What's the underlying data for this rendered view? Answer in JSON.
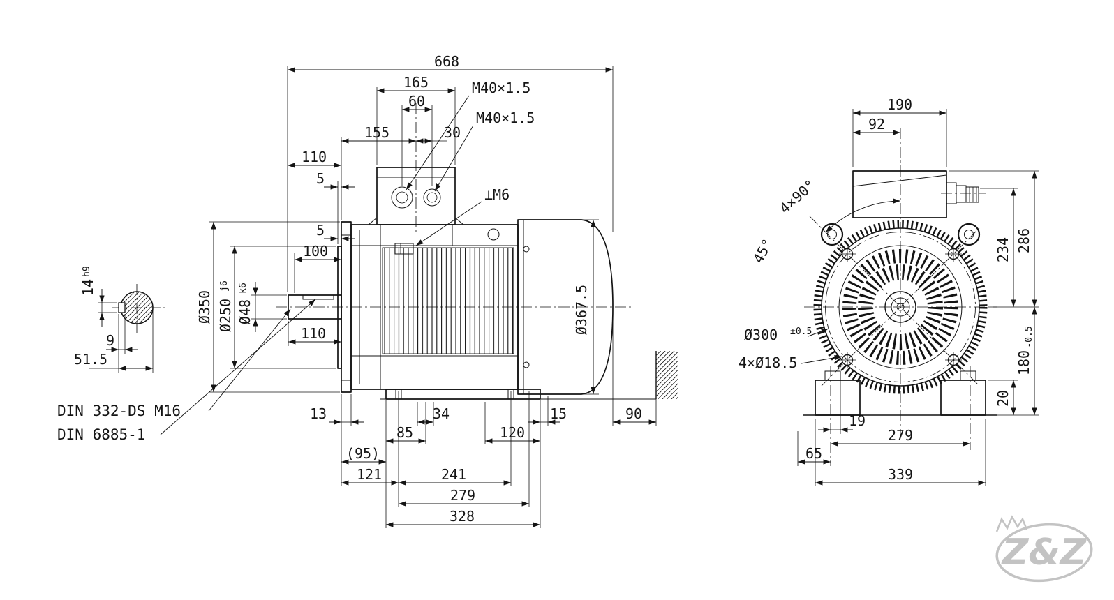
{
  "drawing": {
    "shaft_detail": {
      "key_width": "14",
      "key_width_tol": "h9",
      "key_depth": "9",
      "over_key": "51.5",
      "din_center_hole": "DIN 332-DS M16",
      "din_key": "DIN 6885-1"
    },
    "side_view": {
      "len_total": "668",
      "box_width": "165",
      "gland_spacing": "60",
      "gland1_thread": "M40×1.5",
      "gland2_thread": "M40×1.5",
      "dim_155": "155",
      "dim_30": "30",
      "shaft_len_top": "110",
      "gap5_top": "5",
      "earth_thread": "⊥M6",
      "gap5_mid": "5",
      "key_len": "100",
      "shaft_d": "Ø48",
      "shaft_d_tol": "k6",
      "spigot_d": "Ø250",
      "spigot_d_tol": "j6",
      "flange_d": "Ø350",
      "shaft_len_bot": "110",
      "cowl_d": "Ø367.5",
      "flange_t": "13",
      "dim_34": "34",
      "dim_15": "15",
      "clearance_90": "90",
      "dim_85": "85",
      "dim_120": "120",
      "dim_95": "(95)",
      "dim_121": "121",
      "dim_241": "241",
      "dim_279": "279",
      "dim_328": "328"
    },
    "front_view": {
      "box_w": "190",
      "dim_92": "92",
      "holes_angle": "4×90°",
      "angle_45": "45°",
      "dim_286": "286",
      "dim_234": "234",
      "bolt_circle": "Ø300",
      "bolt_circle_tol": "±0.5",
      "holes": "4×Ø18.5",
      "shaft_height": "180",
      "shaft_height_tol": "-0.5",
      "foot_h": "20",
      "dim_19": "19",
      "foot_hole_span": "279",
      "dim_65": "65",
      "foot_w": "339"
    },
    "logo_text": "Z&Z"
  }
}
